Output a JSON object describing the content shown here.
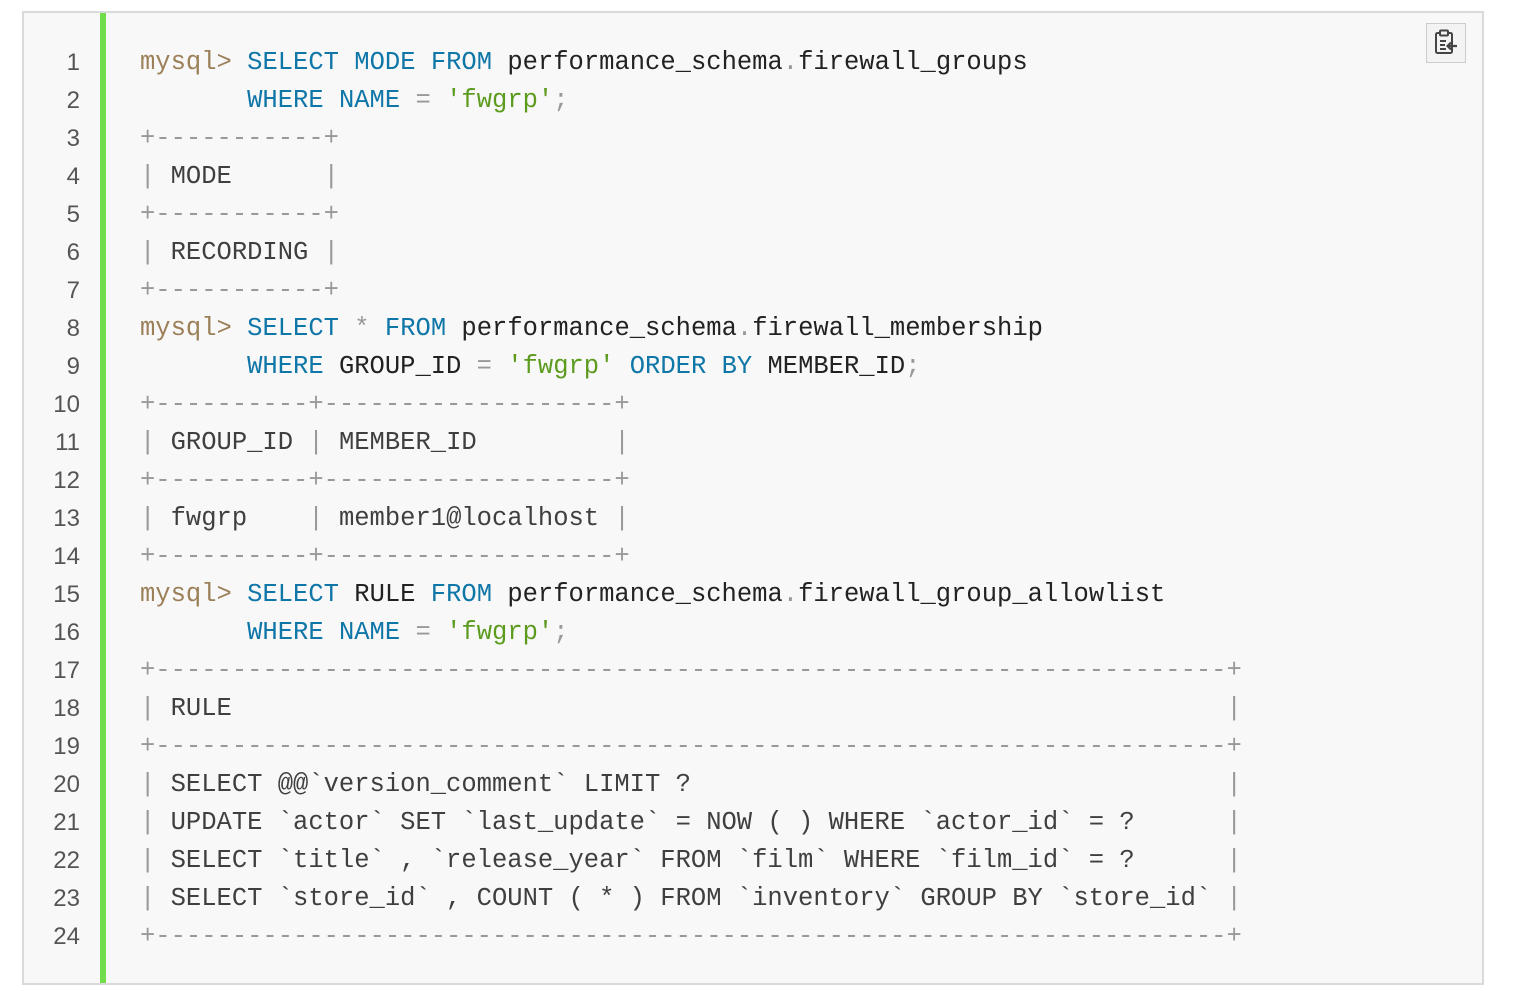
{
  "line_numbers": [
    "1",
    "2",
    "3",
    "4",
    "5",
    "6",
    "7",
    "8",
    "9",
    "10",
    "11",
    "12",
    "13",
    "14",
    "15",
    "16",
    "17",
    "18",
    "19",
    "20",
    "21",
    "22",
    "23",
    "24"
  ],
  "copy_button": {
    "icon": "clipboard-icon"
  },
  "colors": {
    "accent_bar": "#72dd4a",
    "keyword": "#0f76a8",
    "string": "#5c9b1e",
    "prompt": "#9b7f58"
  },
  "lines": [
    [
      {
        "t": "prompt",
        "v": "mysql>"
      },
      {
        "t": "plain",
        "v": " "
      },
      {
        "t": "kw",
        "v": "SELECT"
      },
      {
        "t": "plain",
        "v": " "
      },
      {
        "t": "kw",
        "v": "MODE"
      },
      {
        "t": "plain",
        "v": " "
      },
      {
        "t": "kw",
        "v": "FROM"
      },
      {
        "t": "plain",
        "v": " performance_schema"
      },
      {
        "t": "punct",
        "v": "."
      },
      {
        "t": "plain",
        "v": "firewall_groups"
      }
    ],
    [
      {
        "t": "plain",
        "v": "       "
      },
      {
        "t": "kw",
        "v": "WHERE"
      },
      {
        "t": "plain",
        "v": " "
      },
      {
        "t": "kw",
        "v": "NAME"
      },
      {
        "t": "plain",
        "v": " "
      },
      {
        "t": "punct",
        "v": "="
      },
      {
        "t": "plain",
        "v": " "
      },
      {
        "t": "str",
        "v": "'fwgrp'"
      },
      {
        "t": "punct",
        "v": ";"
      }
    ],
    [
      {
        "t": "tbl",
        "v": "+-----------+"
      }
    ],
    [
      {
        "t": "tbl",
        "v": "| "
      },
      {
        "t": "cell",
        "v": "MODE      "
      },
      {
        "t": "tbl",
        "v": "|"
      }
    ],
    [
      {
        "t": "tbl",
        "v": "+-----------+"
      }
    ],
    [
      {
        "t": "tbl",
        "v": "| "
      },
      {
        "t": "cell",
        "v": "RECORDING "
      },
      {
        "t": "tbl",
        "v": "|"
      }
    ],
    [
      {
        "t": "tbl",
        "v": "+-----------+"
      }
    ],
    [
      {
        "t": "prompt",
        "v": "mysql>"
      },
      {
        "t": "plain",
        "v": " "
      },
      {
        "t": "kw",
        "v": "SELECT"
      },
      {
        "t": "plain",
        "v": " "
      },
      {
        "t": "punct",
        "v": "*"
      },
      {
        "t": "plain",
        "v": " "
      },
      {
        "t": "kw",
        "v": "FROM"
      },
      {
        "t": "plain",
        "v": " performance_schema"
      },
      {
        "t": "punct",
        "v": "."
      },
      {
        "t": "plain",
        "v": "firewall_membership"
      }
    ],
    [
      {
        "t": "plain",
        "v": "       "
      },
      {
        "t": "kw",
        "v": "WHERE"
      },
      {
        "t": "plain",
        "v": " GROUP_ID "
      },
      {
        "t": "punct",
        "v": "="
      },
      {
        "t": "plain",
        "v": " "
      },
      {
        "t": "str",
        "v": "'fwgrp'"
      },
      {
        "t": "plain",
        "v": " "
      },
      {
        "t": "kw",
        "v": "ORDER"
      },
      {
        "t": "plain",
        "v": " "
      },
      {
        "t": "kw",
        "v": "BY"
      },
      {
        "t": "plain",
        "v": " MEMBER_ID"
      },
      {
        "t": "punct",
        "v": ";"
      }
    ],
    [
      {
        "t": "tbl",
        "v": "+----------+-------------------+"
      }
    ],
    [
      {
        "t": "tbl",
        "v": "| "
      },
      {
        "t": "cell",
        "v": "GROUP_ID "
      },
      {
        "t": "tbl",
        "v": "| "
      },
      {
        "t": "cell",
        "v": "MEMBER_ID         "
      },
      {
        "t": "tbl",
        "v": "|"
      }
    ],
    [
      {
        "t": "tbl",
        "v": "+----------+-------------------+"
      }
    ],
    [
      {
        "t": "tbl",
        "v": "| "
      },
      {
        "t": "cell",
        "v": "fwgrp    "
      },
      {
        "t": "tbl",
        "v": "| "
      },
      {
        "t": "cell",
        "v": "member1@localhost "
      },
      {
        "t": "tbl",
        "v": "|"
      }
    ],
    [
      {
        "t": "tbl",
        "v": "+----------+-------------------+"
      }
    ],
    [
      {
        "t": "prompt",
        "v": "mysql>"
      },
      {
        "t": "plain",
        "v": " "
      },
      {
        "t": "kw",
        "v": "SELECT"
      },
      {
        "t": "plain",
        "v": " RULE "
      },
      {
        "t": "kw",
        "v": "FROM"
      },
      {
        "t": "plain",
        "v": " performance_schema"
      },
      {
        "t": "punct",
        "v": "."
      },
      {
        "t": "plain",
        "v": "firewall_group_allowlist"
      }
    ],
    [
      {
        "t": "plain",
        "v": "       "
      },
      {
        "t": "kw",
        "v": "WHERE"
      },
      {
        "t": "plain",
        "v": " "
      },
      {
        "t": "kw",
        "v": "NAME"
      },
      {
        "t": "plain",
        "v": " "
      },
      {
        "t": "punct",
        "v": "="
      },
      {
        "t": "plain",
        "v": " "
      },
      {
        "t": "str",
        "v": "'fwgrp'"
      },
      {
        "t": "punct",
        "v": ";"
      }
    ],
    [
      {
        "t": "tbl",
        "v": "+----------------------------------------------------------------------+"
      }
    ],
    [
      {
        "t": "tbl",
        "v": "| "
      },
      {
        "t": "cell",
        "v": "RULE                                                                 "
      },
      {
        "t": "tbl",
        "v": "|"
      }
    ],
    [
      {
        "t": "tbl",
        "v": "+----------------------------------------------------------------------+"
      }
    ],
    [
      {
        "t": "tbl",
        "v": "| "
      },
      {
        "t": "cell",
        "v": "SELECT @@`version_comment` LIMIT ?                                   "
      },
      {
        "t": "tbl",
        "v": "|"
      }
    ],
    [
      {
        "t": "tbl",
        "v": "| "
      },
      {
        "t": "cell",
        "v": "UPDATE `actor` SET `last_update` = NOW ( ) WHERE `actor_id` = ?      "
      },
      {
        "t": "tbl",
        "v": "|"
      }
    ],
    [
      {
        "t": "tbl",
        "v": "| "
      },
      {
        "t": "cell",
        "v": "SELECT `title` , `release_year` FROM `film` WHERE `film_id` = ?      "
      },
      {
        "t": "tbl",
        "v": "|"
      }
    ],
    [
      {
        "t": "tbl",
        "v": "| "
      },
      {
        "t": "cell",
        "v": "SELECT `store_id` , COUNT ( * ) FROM `inventory` GROUP BY `store_id` "
      },
      {
        "t": "tbl",
        "v": "|"
      }
    ],
    [
      {
        "t": "tbl",
        "v": "+----------------------------------------------------------------------+"
      }
    ]
  ]
}
